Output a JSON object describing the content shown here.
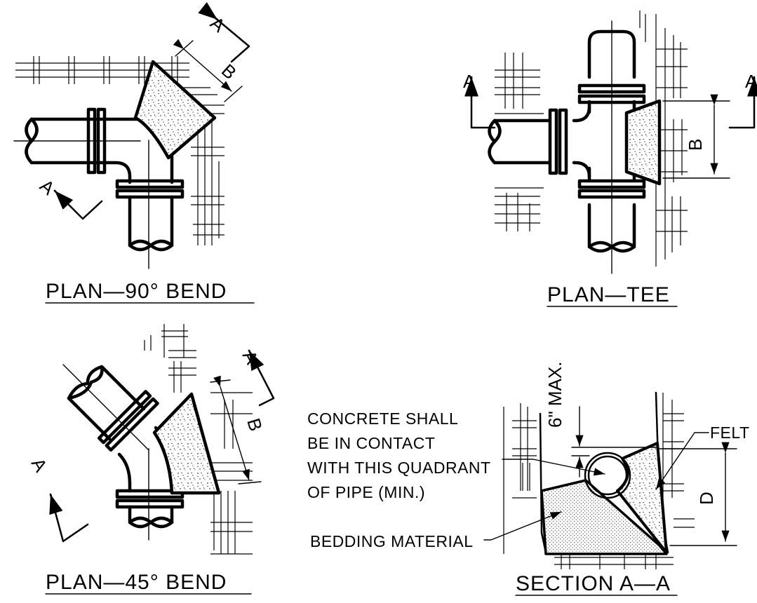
{
  "titles": {
    "bend90": "PLAN—90° BEND",
    "tee": "PLAN—TEE",
    "bend45": "PLAN—45° BEND",
    "section": "SECTION  A—A"
  },
  "section_cut_marks": {
    "bend90": [
      "A",
      "A"
    ],
    "tee": [
      "A",
      "A"
    ],
    "bend45": [
      "A",
      "A"
    ]
  },
  "dimensions": {
    "bend90_width": "B",
    "tee_width": "B",
    "bend45_width": "B",
    "section_depth": "D",
    "section_clearance": "6\" MAX."
  },
  "notes": {
    "concrete_lines": [
      "CONCRETE SHALL",
      "BE IN CONTACT",
      "WITH THIS QUADRANT",
      "OF PIPE (MIN.)"
    ],
    "bedding": "BEDDING MATERIAL",
    "felt": "FELT"
  }
}
